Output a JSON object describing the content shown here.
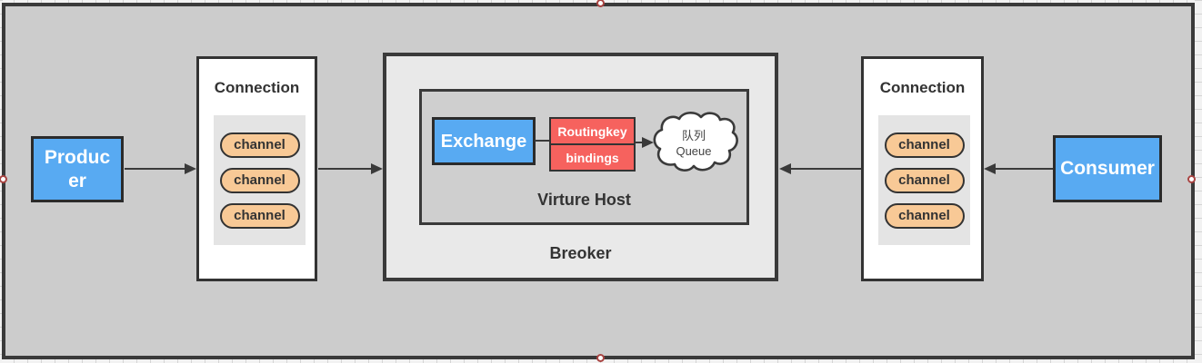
{
  "colors": {
    "canvas_fill": "#cccccc",
    "ruler_fill": "#f2f2f2",
    "frame_border": "#3a3a3a",
    "box_border": "#333333",
    "accent_blue": "#58aaf2",
    "accent_red": "#f6625e",
    "accent_orange": "#f8c996",
    "broker_fill": "#e9e9e9",
    "vhost_fill": "#cfcfcf",
    "panel_fill": "#e4e4e4",
    "node_text_dark": "#333333",
    "handle_ring": "#a94442"
  },
  "nodes": {
    "producer": {
      "label": "Producer"
    },
    "consumer": {
      "label": "Consumer"
    },
    "connection_left": {
      "title": "Connection",
      "channels": [
        "channel",
        "channel",
        "channel"
      ]
    },
    "connection_right": {
      "title": "Connection",
      "channels": [
        "channel",
        "channel",
        "channel"
      ]
    },
    "broker": {
      "label": "Breoker",
      "virtual_host": {
        "label": "Virture Host",
        "exchange": {
          "label": "Exchange"
        },
        "routing": {
          "routingkey_label": "Routingkey",
          "bindings_label": "bindings"
        },
        "queue": {
          "label_cn": "队列",
          "label_en": "Queue"
        }
      }
    }
  }
}
